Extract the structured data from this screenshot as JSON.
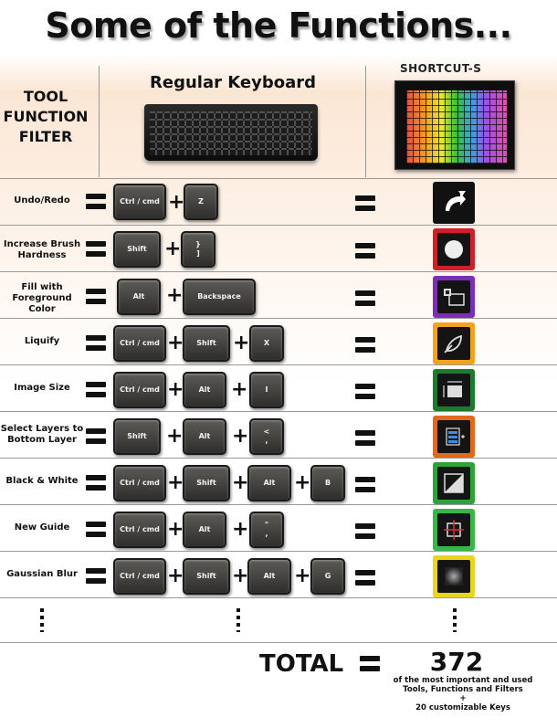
{
  "title": "Some of the Functions...",
  "header": {
    "tool_line1": "TOOL",
    "tool_line2": "FUNCTION",
    "tool_line3": "FILTER",
    "regular_keyboard": "Regular Keyboard",
    "brand": "SHORTCUT-S"
  },
  "rows": [
    {
      "label": "Undo/Redo",
      "keys": [
        "Ctrl / cmd",
        "Z"
      ],
      "icon": "undo-redo-icon",
      "icon_color": "#ffffff"
    },
    {
      "label": "Increase Brush Hardness",
      "keys": [
        "Shift",
        "}\n]"
      ],
      "icon": "brush-hardness-icon",
      "icon_color": "#d11f2a"
    },
    {
      "label": "Fill with Foreground Color",
      "keys": [
        "Alt",
        "Backspace"
      ],
      "icon": "fill-foreground-icon",
      "icon_color": "#7b2fb5"
    },
    {
      "label": "Liquify",
      "keys": [
        "Ctrl / cmd",
        "Shift",
        "X"
      ],
      "icon": "liquify-icon",
      "icon_color": "#f3a21b"
    },
    {
      "label": "Image Size",
      "keys": [
        "Ctrl / cmd",
        "Alt",
        "I"
      ],
      "icon": "image-size-icon",
      "icon_color": "#1e7a2f"
    },
    {
      "label": "Select Layers to Bottom Layer",
      "keys": [
        "Shift",
        "Alt",
        "<\n,"
      ],
      "icon": "select-layers-icon",
      "icon_color": "#e06a1a"
    },
    {
      "label": "Black & White",
      "keys": [
        "Ctrl / cmd",
        "Shift",
        "Alt",
        "B"
      ],
      "icon": "black-white-icon",
      "icon_color": "#2ea33a"
    },
    {
      "label": "New Guide",
      "keys": [
        "Ctrl / cmd",
        "Alt",
        "\"\n,"
      ],
      "icon": "new-guide-icon",
      "icon_color": "#3ab54a"
    },
    {
      "label": "Gaussian Blur",
      "keys": [
        "Ctrl / cmd",
        "Shift",
        "Alt",
        "G"
      ],
      "icon": "gaussian-blur-icon",
      "icon_color": "#e8d51c"
    }
  ],
  "total": {
    "label": "TOTAL",
    "value": "372",
    "desc_line1": "of the most important and used",
    "desc_line2": "Tools, Functions and Filters",
    "desc_line3": "+",
    "desc_line4": "20 customizable Keys"
  }
}
